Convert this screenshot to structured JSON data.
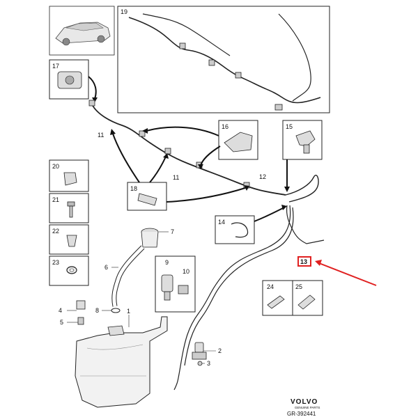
{
  "diagram": {
    "brand": "VOLVO",
    "brand_subtitle": "GENUINE PARTS",
    "reference_code": "GR-392441",
    "highlighted_part": "13",
    "accent_color": "#e02020",
    "part_boxes": {
      "b19": "19",
      "b17": "17",
      "b16": "16",
      "b15": "15",
      "b20": "20",
      "b21": "21",
      "b22": "22",
      "b23": "23",
      "b18": "18",
      "b14": "14",
      "b9": "9",
      "b10": "10",
      "b24": "24",
      "b25": "25"
    },
    "callouts": {
      "c11a": "11",
      "c11b": "11",
      "c12": "12",
      "c7": "7",
      "c6": "6",
      "c4": "4",
      "c5": "5",
      "c8": "8",
      "c1": "1",
      "c2": "2",
      "c3": "3"
    }
  }
}
